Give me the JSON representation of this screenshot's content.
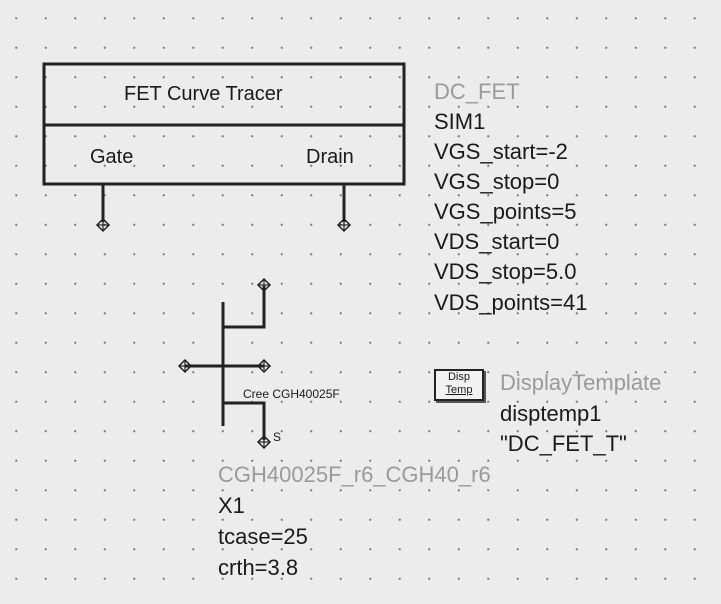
{
  "curve_tracer": {
    "title": "FET Curve Tracer",
    "port_gate": "Gate",
    "port_drain": "Drain"
  },
  "dc_fet": {
    "name": "DC_FET",
    "instance": "SIM1",
    "params": [
      "VGS_start=-2",
      "VGS_stop=0",
      "VGS_points=5",
      "VDS_start=0",
      "VDS_stop=5.0",
      "VDS_points=41"
    ]
  },
  "display_template": {
    "icon_line1": "Disp",
    "icon_line2": "Temp",
    "name": "DisplayTemplate",
    "instance": "disptemp1",
    "value": "\"DC_FET_T\""
  },
  "transistor": {
    "device_label": "Cree CGH40025F",
    "source_pin": "S",
    "model": "CGH40025F_r6_CGH40_r6",
    "instance": "X1",
    "params": [
      "tcase=25",
      "crth=3.8"
    ]
  },
  "colors": {
    "background": "#ececec",
    "wire": "#222222",
    "grid_dot": "#7a7a7a",
    "gray_label": "#9a9a9a"
  }
}
